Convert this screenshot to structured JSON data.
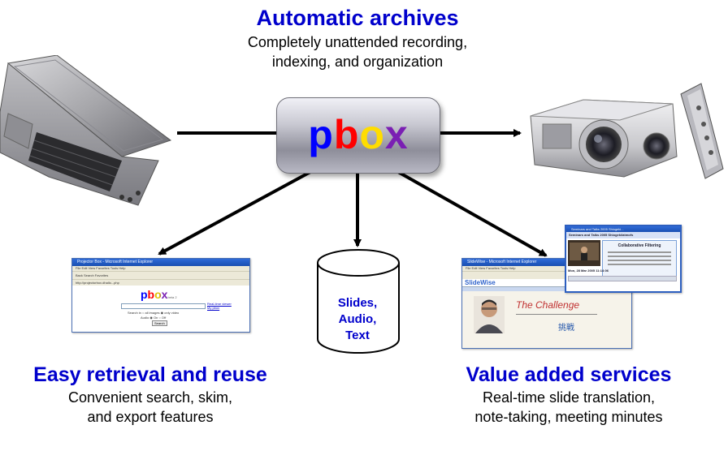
{
  "top": {
    "title": "Automatic archives",
    "subtitle_line1": "Completely unattended recording,",
    "subtitle_line2": "indexing, and organization"
  },
  "center_node": {
    "logo_letters": [
      "p",
      "b",
      "o",
      "x"
    ],
    "logo_colors": [
      "#0000ff",
      "#ff0000",
      "#ffdd00",
      "#7a1fb3"
    ]
  },
  "storage": {
    "line1": "Slides,",
    "line2": "Audio,",
    "line3": "Text"
  },
  "left_panel": {
    "title": "Easy retrieval and reuse",
    "subtitle_line1": "Convenient search, skim,",
    "subtitle_line2": "and export features",
    "browser": {
      "window_title": "Projector Box - Microsoft Internet Explorer",
      "menu": "File  Edit  View  Favorites  Tools  Help",
      "toolbar": "Back    Search   Favorites",
      "address": "http://projectorbox.dhallo...php",
      "logo": "pbox",
      "logo_suffix": "beta 2",
      "search_label": "Search in  ○ all images  ◉ only video",
      "audio_label": "Audio  ◉ On  ○ Off",
      "search_button": "Search",
      "link1": "Real-time viewer",
      "link2": "My pbox"
    }
  },
  "right_panel": {
    "title": "Value added services",
    "subtitle_line1": "Real-time slide translation,",
    "subtitle_line2": "note-taking, meeting minutes",
    "back_window": {
      "window_title": "SlideWise - Microsoft Internet Explorer",
      "menu": "File  Edit  View  Favorites  Tools  Help",
      "header": "SlideWise",
      "slide_title": "The Challenge",
      "translation": "挑戦"
    },
    "front_window": {
      "window_title": "Seminars and Talks 2005 Shiogeki...",
      "header": "Seminars and Talks 2005 Shiogeki/atmofs",
      "slide_title": "Collaborative Filtering",
      "timestamp": "Mon, 28 Mar 2005 11:14:06"
    }
  },
  "colors": {
    "title": "#0000cc",
    "arrow": "#000000"
  }
}
